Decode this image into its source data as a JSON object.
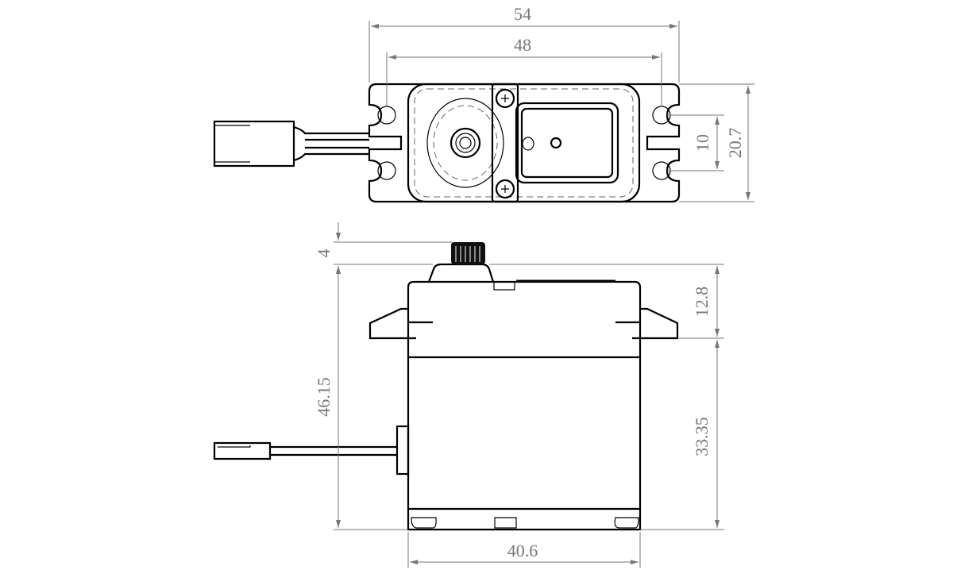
{
  "drawing": {
    "subject": "servo",
    "top_view": {
      "dim_overall_width": "54",
      "dim_hole_spacing": "48",
      "dim_hole_gap": "10",
      "dim_depth": "20.7"
    },
    "side_view": {
      "dim_spline_height": "4",
      "dim_total_height": "46.15",
      "dim_top_to_flange": "12.8",
      "dim_flange_to_bottom": "33.35",
      "dim_body_width": "40.6"
    },
    "colors": {
      "line": "#000000",
      "dimension": "#777777"
    }
  }
}
